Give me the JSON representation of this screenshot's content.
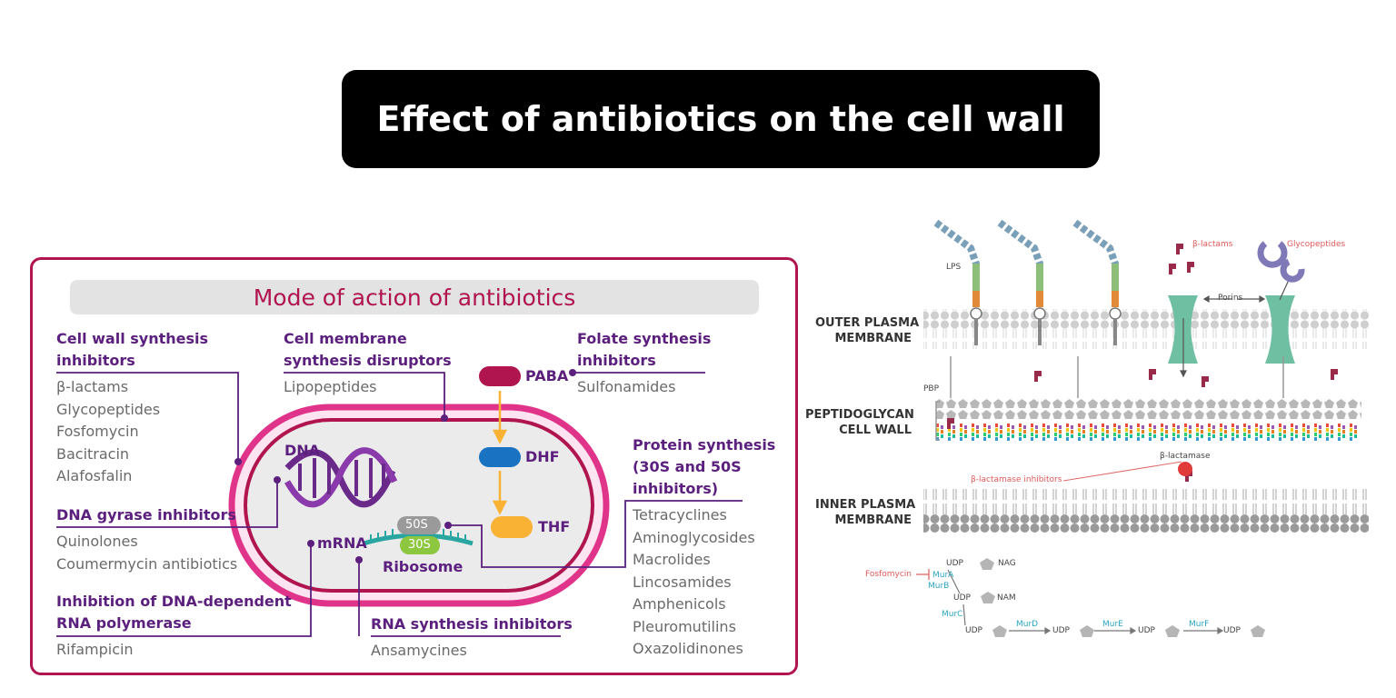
{
  "banner": {
    "title": "Effect of antibiotics on the cell wall"
  },
  "left_panel": {
    "title": "Mode of action of antibiotics",
    "groups": {
      "cell_wall": {
        "heading": [
          "Cell wall synthesis",
          "inhibitors"
        ],
        "items": [
          "β-lactams",
          "Glycopeptides",
          "Fosfomycin",
          "Bacitracin",
          "Alafosfalin"
        ]
      },
      "cell_membrane": {
        "heading": [
          "Cell membrane",
          "synthesis disruptors"
        ],
        "items": [
          "Lipopeptides"
        ]
      },
      "folate": {
        "heading": [
          "Folate synthesis",
          "inhibitors"
        ],
        "items": [
          "Sulfonamides"
        ]
      },
      "dna_gyrase": {
        "heading": [
          "DNA gyrase inhibitors"
        ],
        "items": [
          "Quinolones",
          "Coumermycin antibiotics"
        ]
      },
      "rna_polymerase": {
        "heading": [
          "Inhibition of DNA-dependent",
          "RNA polymerase"
        ],
        "items": [
          "Rifampicin"
        ]
      },
      "rna_synthesis": {
        "heading": [
          "RNA synthesis inhibitors"
        ],
        "items": [
          "Ansamycines"
        ]
      },
      "protein": {
        "heading": [
          "Protein synthesis",
          "(30S and 50S",
          "inhibitors)"
        ],
        "items": [
          "Tetracyclines",
          "Aminoglycosides",
          "Macrolides",
          "Lincosamides",
          "Amphenicols",
          "Pleuromutilins",
          "Oxazolidinones"
        ]
      }
    },
    "cell_labels": {
      "dna": "DNA",
      "mrna": "mRNA",
      "ribosome": "Ribosome",
      "s50": "50S",
      "s30": "30S",
      "paba": "PABA",
      "dhf": "DHF",
      "thf": "THF"
    }
  },
  "right_panel": {
    "layers": {
      "outer": [
        "OUTER PLASMA",
        "MEMBRANE"
      ],
      "peptidoglycan": [
        "PEPTIDOGLYCAN",
        "CELL WALL"
      ],
      "inner": [
        "INNER PLASMA",
        "MEMBRANE"
      ]
    },
    "labels": {
      "lps": "LPS",
      "pbp": "PBP",
      "porins": "Porins",
      "beta_lactams": "β-lactams",
      "glycopeptides": "Glycopeptides",
      "beta_lactamase": "β-lactamase",
      "beta_lactamase_inhibitors": "β-lactamase inhibitors"
    },
    "pathway": {
      "fosfomycin": "Fosfomycin",
      "udp": "UDP",
      "nag": "NAG",
      "nam": "NAM",
      "mura": "MurA",
      "murb": "MurB",
      "murc": "MurC",
      "murd": "MurD",
      "mure": "MurE",
      "murf": "MurF"
    }
  },
  "colors": {
    "accent_purple": "#5b1f7d",
    "accent_magenta": "#b0154f",
    "cell_pink": "#e0338a",
    "text_grey": "#6a6a6a",
    "porin_green": "#6fbfa2",
    "antibiotic_red": "#e05a5a",
    "enzyme_teal": "#2aa6c0"
  }
}
